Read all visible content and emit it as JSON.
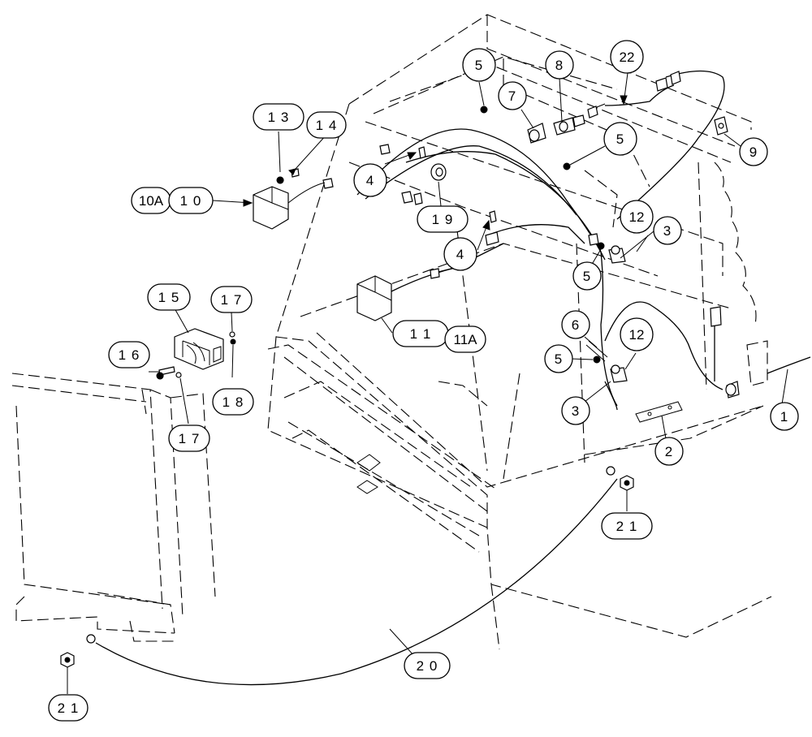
{
  "callouts": [
    {
      "id": "c-1",
      "label": "1"
    },
    {
      "id": "c-2",
      "label": "2"
    },
    {
      "id": "c-3a",
      "label": "3"
    },
    {
      "id": "c-3b",
      "label": "3"
    },
    {
      "id": "c-4a",
      "label": "4"
    },
    {
      "id": "c-4b",
      "label": "4"
    },
    {
      "id": "c-5a",
      "label": "5"
    },
    {
      "id": "c-5b",
      "label": "5"
    },
    {
      "id": "c-5c",
      "label": "5"
    },
    {
      "id": "c-5d",
      "label": "5"
    },
    {
      "id": "c-6",
      "label": "6"
    },
    {
      "id": "c-7",
      "label": "7"
    },
    {
      "id": "c-8",
      "label": "8"
    },
    {
      "id": "c-9",
      "label": "9"
    },
    {
      "id": "c-10a",
      "label": "10A"
    },
    {
      "id": "c-10",
      "label": "1 0"
    },
    {
      "id": "c-11",
      "label": "1 1"
    },
    {
      "id": "c-11a",
      "label": "11A"
    },
    {
      "id": "c-12a",
      "label": "12"
    },
    {
      "id": "c-12b",
      "label": "12"
    },
    {
      "id": "c-13",
      "label": "1 3"
    },
    {
      "id": "c-14",
      "label": "1 4"
    },
    {
      "id": "c-15",
      "label": "1 5"
    },
    {
      "id": "c-16",
      "label": "1 6"
    },
    {
      "id": "c-17a",
      "label": "1 7"
    },
    {
      "id": "c-17b",
      "label": "1 7"
    },
    {
      "id": "c-18",
      "label": "1 8"
    },
    {
      "id": "c-19",
      "label": "1 9"
    },
    {
      "id": "c-20",
      "label": "2 0"
    },
    {
      "id": "c-21a",
      "label": "2 1"
    },
    {
      "id": "c-21b",
      "label": "2 1"
    },
    {
      "id": "c-22",
      "label": "22"
    }
  ]
}
